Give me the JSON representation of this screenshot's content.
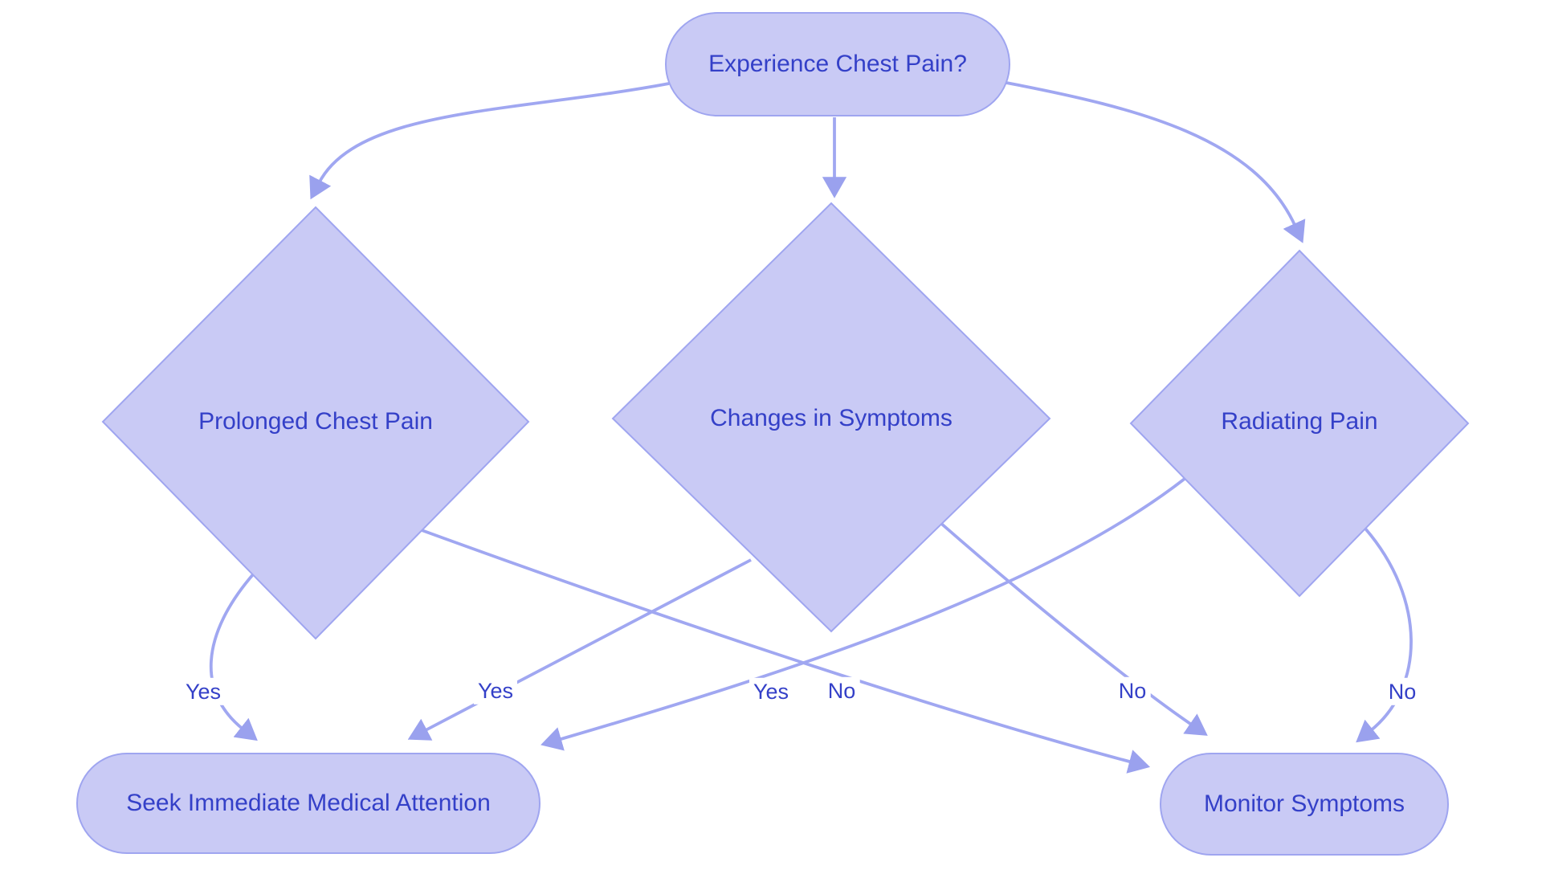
{
  "colors": {
    "background": "#ffffff",
    "node-fill": "#c9caf5",
    "node-border": "#9fa5f0",
    "edge": "#a0a7f1",
    "arrowhead": "#9aa1ee",
    "text": "#3440c8"
  },
  "flowchart": {
    "type": "decision-flowchart",
    "direction": "top-down",
    "nodes": {
      "start": {
        "shape": "stadium",
        "label": "Experience Chest Pain?"
      },
      "prolonged": {
        "shape": "diamond",
        "label": "Prolonged Chest Pain"
      },
      "changes": {
        "shape": "diamond",
        "label": "Changes in Symptoms"
      },
      "radiating": {
        "shape": "diamond",
        "label": "Radiating Pain"
      },
      "seek": {
        "shape": "stadium",
        "label": "Seek Immediate Medical Attention"
      },
      "monitor": {
        "shape": "stadium",
        "label": "Monitor Symptoms"
      }
    },
    "edges": [
      {
        "from": "start",
        "to": "prolonged",
        "label": ""
      },
      {
        "from": "start",
        "to": "changes",
        "label": ""
      },
      {
        "from": "start",
        "to": "radiating",
        "label": ""
      },
      {
        "from": "prolonged",
        "to": "seek",
        "label": "Yes"
      },
      {
        "from": "changes",
        "to": "seek",
        "label": "Yes"
      },
      {
        "from": "radiating",
        "to": "seek",
        "label": "Yes"
      },
      {
        "from": "prolonged",
        "to": "monitor",
        "label": "No"
      },
      {
        "from": "changes",
        "to": "monitor",
        "label": "No"
      },
      {
        "from": "radiating",
        "to": "monitor",
        "label": "No"
      }
    ]
  }
}
